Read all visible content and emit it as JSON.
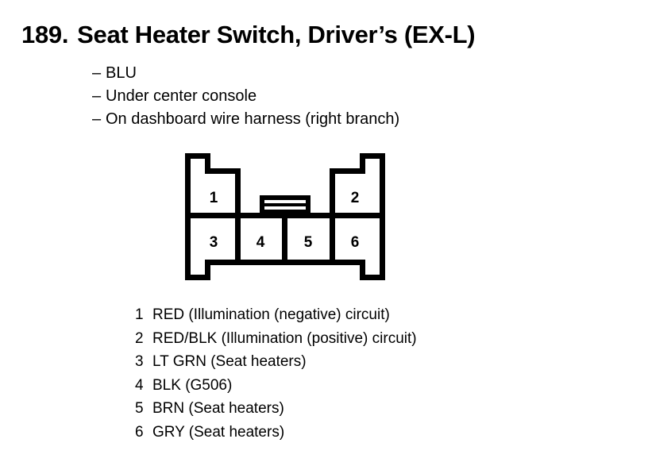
{
  "title": {
    "number": "189.",
    "text": "Seat Heater Switch, Driver’s (EX-L)"
  },
  "notes": [
    {
      "dash": "–",
      "text": "BLU"
    },
    {
      "dash": "–",
      "text": "Under center console"
    },
    {
      "dash": "–",
      "text": "On dashboard wire harness (right branch)"
    }
  ],
  "connector": {
    "top_row": [
      {
        "label": "1"
      },
      {
        "label": "2"
      }
    ],
    "bottom_row": [
      {
        "label": "3"
      },
      {
        "label": "4"
      },
      {
        "label": "5"
      },
      {
        "label": "6"
      }
    ]
  },
  "legend": [
    {
      "pin": "1",
      "text": "RED (Illumination (negative) circuit)"
    },
    {
      "pin": "2",
      "text": "RED/BLK (Illumination (positive) circuit)"
    },
    {
      "pin": "3",
      "text": "LT GRN (Seat heaters)"
    },
    {
      "pin": "4",
      "text": "BLK (G506)"
    },
    {
      "pin": "5",
      "text": "BRN (Seat heaters)"
    },
    {
      "pin": "6",
      "text": "GRY (Seat heaters)"
    }
  ],
  "colors": {
    "ink": "#000000",
    "background": "#ffffff"
  }
}
